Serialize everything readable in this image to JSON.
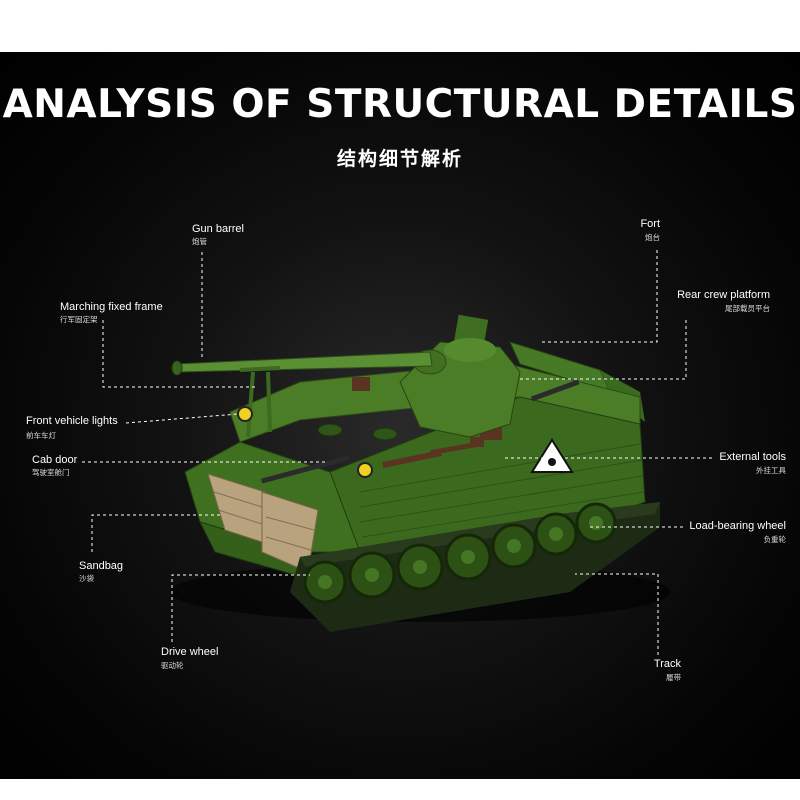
{
  "title": "ANALYSIS OF STRUCTURAL DETAILS",
  "subtitle": "结构细节解析",
  "labels": {
    "gun_barrel": {
      "en": "Gun barrel",
      "zh": "炮管"
    },
    "fort": {
      "en": "Fort",
      "zh": "炮台"
    },
    "marching_frame": {
      "en": "Marching fixed frame",
      "zh": "行军固定架"
    },
    "rear_platform": {
      "en": "Rear crew platform",
      "zh": "尾部载员平台"
    },
    "front_lights": {
      "en": "Front vehicle lights",
      "zh": "前车车灯"
    },
    "cab_door": {
      "en": "Cab door",
      "zh": "驾驶室舱门"
    },
    "external_tools": {
      "en": "External tools",
      "zh": "外挂工具"
    },
    "load_wheel": {
      "en": "Load-bearing wheel",
      "zh": "负重轮"
    },
    "sandbag": {
      "en": "Sandbag",
      "zh": "沙袋"
    },
    "drive_wheel": {
      "en": "Drive wheel",
      "zh": "驱动轮"
    },
    "track": {
      "en": "Track",
      "zh": "履带"
    }
  },
  "colors": {
    "background": "#0a0a0a",
    "hull_green": "#3c6e1e",
    "track_dark": "#1d2a14",
    "sandbag": "#b9a27e",
    "brown_box": "#5a3420",
    "light_yellow": "#f0d020"
  }
}
